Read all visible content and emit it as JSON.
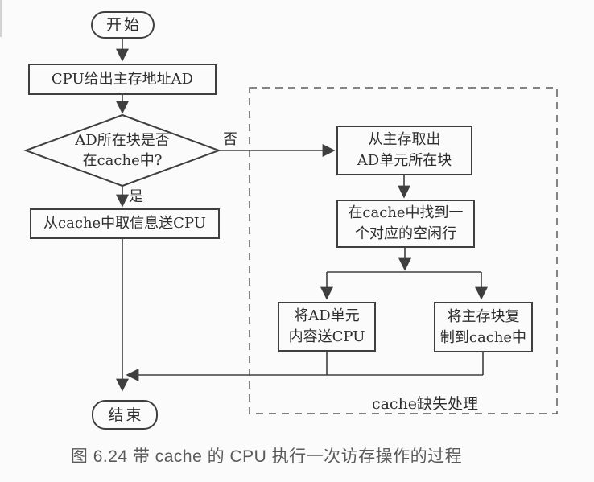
{
  "diagram": {
    "nodes": {
      "start": "开始",
      "cpu_address": "CPU给出主存地址AD",
      "decision": {
        "line1": "AD所在块是否",
        "line2": "在cache中?"
      },
      "cache_hit": "从cache中取信息送CPU",
      "fetch_block": {
        "line1": "从主存取出",
        "line2": "AD单元所在块"
      },
      "find_line": {
        "line1": "在cache中找到一",
        "line2": "个对应的空闲行"
      },
      "send_cpu": {
        "line1": "将AD单元",
        "line2": "内容送CPU"
      },
      "copy_cache": {
        "line1": "将主存块复",
        "line2": "制到cache中"
      },
      "end": "结束"
    },
    "edge_labels": {
      "yes": "是",
      "no": "否"
    },
    "region_label": "cache缺失处理"
  },
  "caption": "图 6.24  带 cache 的 CPU 执行一次访存操作的过程",
  "colors": {
    "line": "#3f3f3f",
    "text": "#2e2e2e",
    "caption_text": "#5a5a5a",
    "dashed_border": "#5c5c5c",
    "background": "#fbfbfb"
  }
}
